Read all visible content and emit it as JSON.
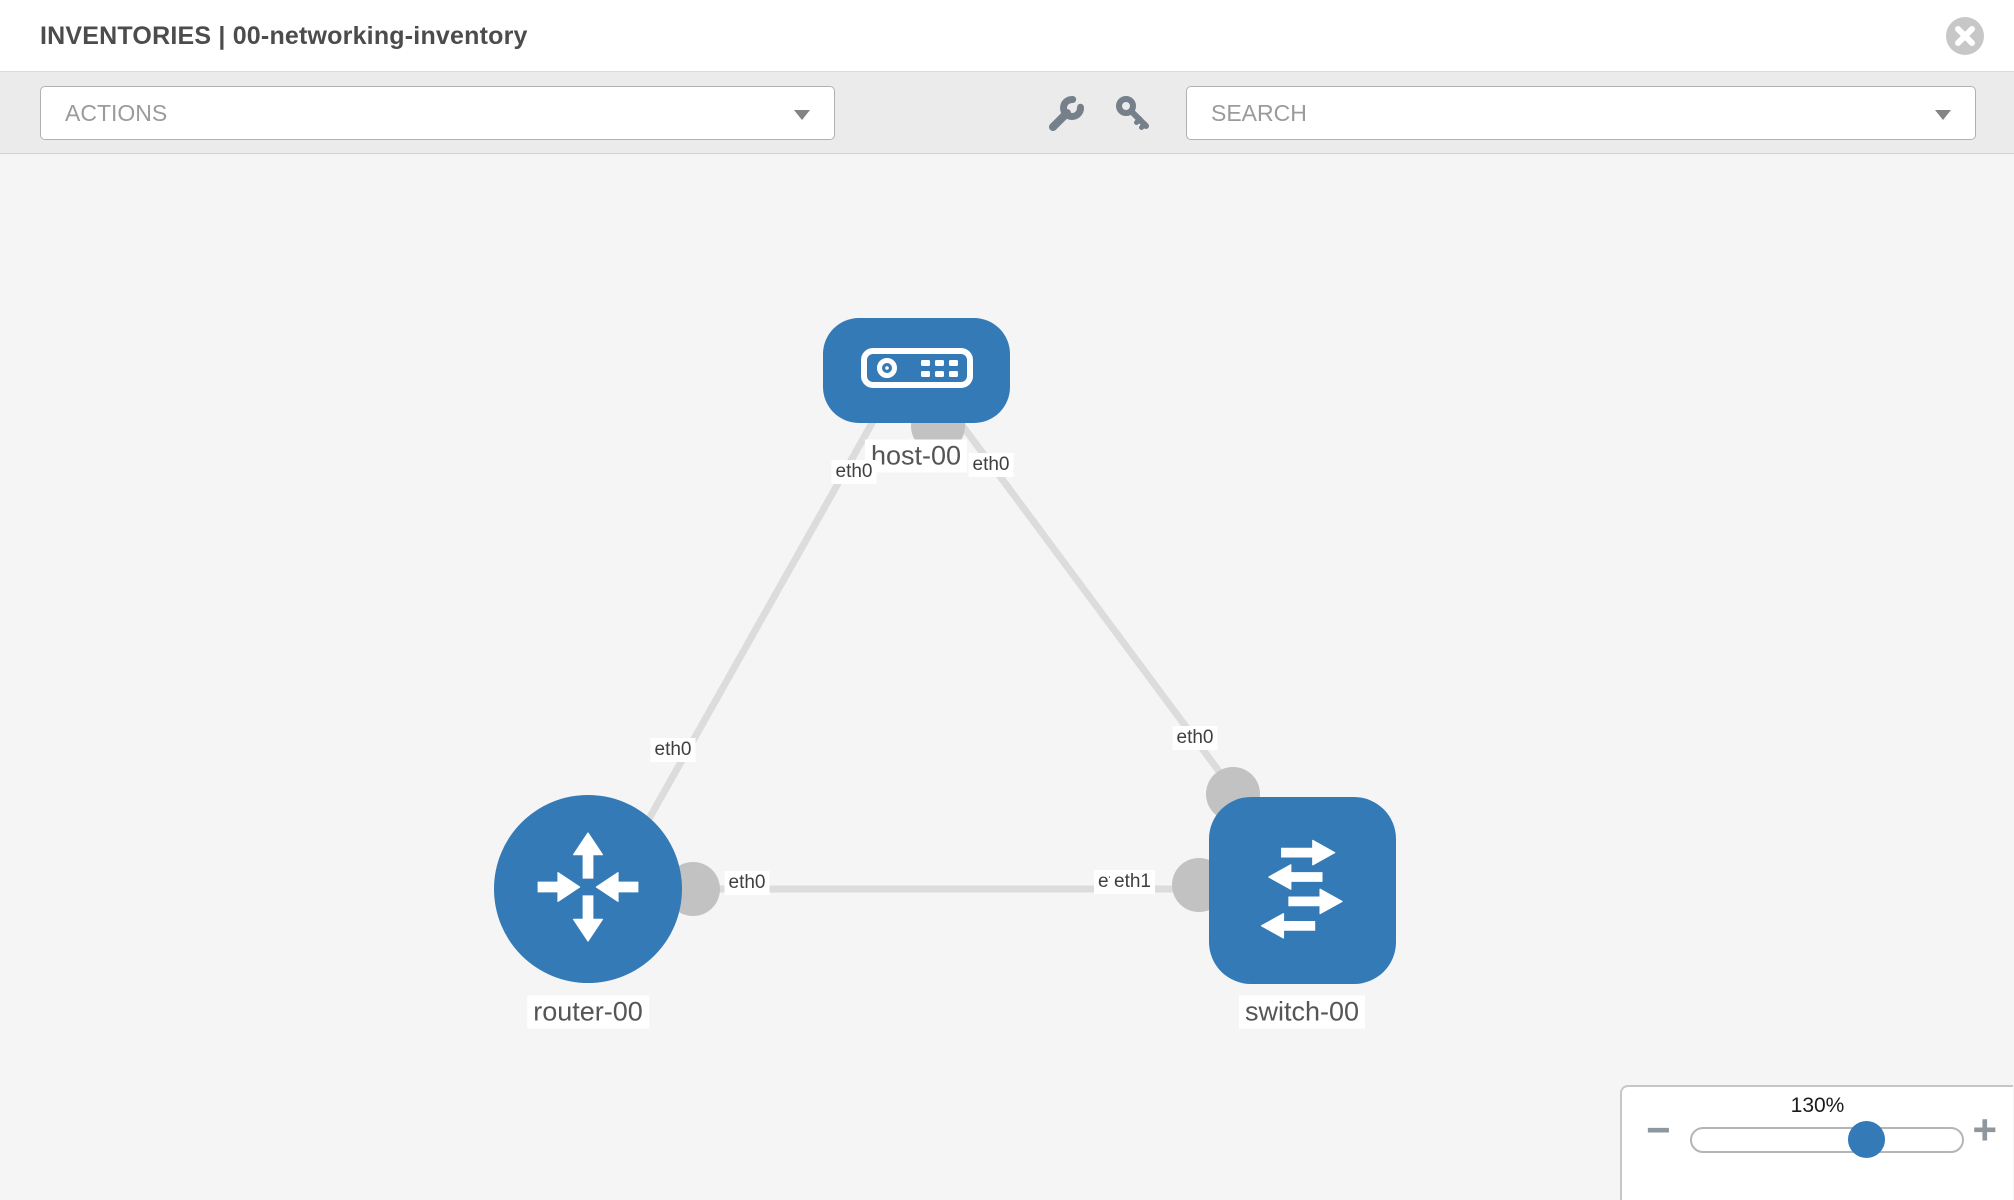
{
  "header": {
    "title": "INVENTORIES | 00-networking-inventory"
  },
  "toolbar": {
    "actions_label": "ACTIONS",
    "search_label": "SEARCH"
  },
  "topology": {
    "nodes": [
      {
        "id": "host-00",
        "label": "host-00",
        "type": "host"
      },
      {
        "id": "router-00",
        "label": "router-00",
        "type": "router"
      },
      {
        "id": "switch-00",
        "label": "switch-00",
        "type": "switch"
      }
    ],
    "links": [
      {
        "from": "host-00",
        "from_if": "eth0",
        "to": "router-00",
        "to_if": "eth0"
      },
      {
        "from": "host-00",
        "from_if": "eth0",
        "to": "switch-00",
        "to_if": "eth0"
      },
      {
        "from": "router-00",
        "from_if": "eth0",
        "to": "switch-00",
        "to_if": "eth1"
      }
    ],
    "interfaces": {
      "host_side_left": "eth0",
      "host_side_right": "eth0",
      "router_top": "eth0",
      "switch_top": "eth0",
      "mid_link_router_side": "eth0",
      "mid_link_switch_side_back": "eth0",
      "mid_link_switch_side_front": "eth1"
    },
    "colors": {
      "node_blue": "#337ab7",
      "link_gray": "#dcdcdc",
      "dot_gray": "#c2c2c2"
    }
  },
  "zoom_control": {
    "level": "130%",
    "minus_label": "−",
    "plus_label": "+"
  }
}
